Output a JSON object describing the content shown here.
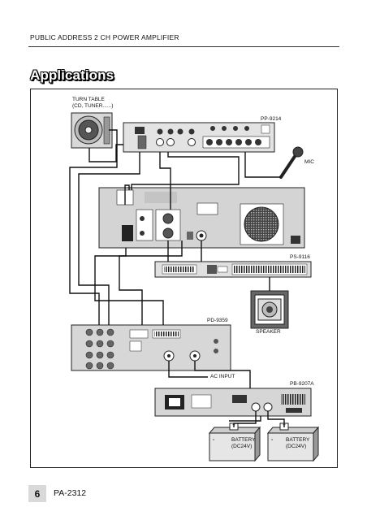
{
  "header": {
    "text": "PUBLIC ADDRESS 2 CH POWER AMPLIFIER"
  },
  "section": {
    "title": "Applications"
  },
  "diagram": {
    "turntable_label_1": "TURN TABLE",
    "turntable_label_2": "(CD, TUNER......)",
    "preamp_label": "PP-9214",
    "mic_label": "MIC",
    "switcher_label": "PS-9116",
    "speaker_label": "SPEAKER",
    "distributor_label": "PD-9359",
    "ac_input_label": "AC INPUT",
    "battery_unit_label": "PB-9207A",
    "battery1_label_1": "BATTERY",
    "battery1_label_2": "(DC24V)",
    "battery2_label_1": "BATTERY",
    "battery2_label_2": "(DC24V)",
    "plus_sign": "+",
    "minus_sign": "-"
  },
  "footer": {
    "page_number": "6",
    "model": "PA-2312"
  }
}
